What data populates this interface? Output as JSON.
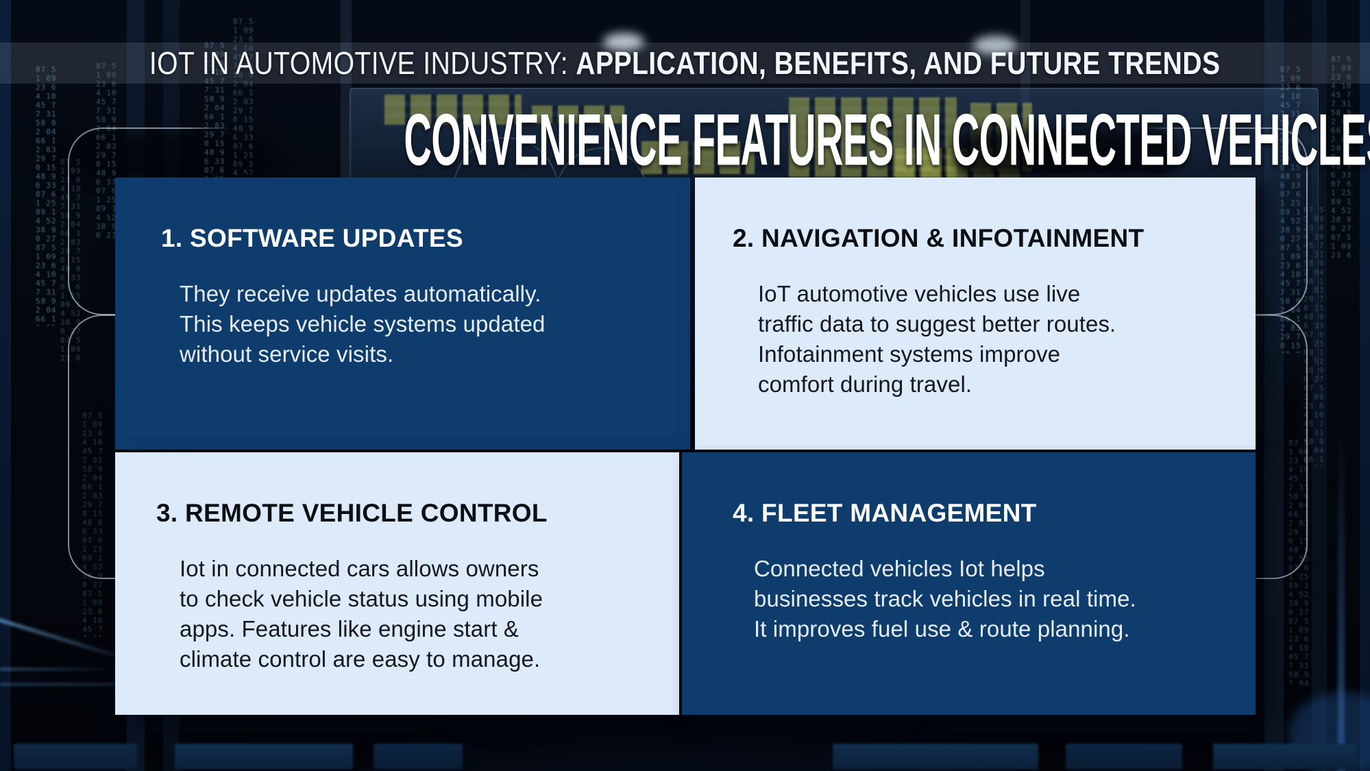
{
  "top_bar": {
    "prefix": "IOT IN AUTOMOTIVE INDUSTRY: ",
    "emphasis": "APPLICATION, BENEFITS, AND FUTURE TRENDS"
  },
  "main_title": "CONVENIENCE FEATURES IN CONNECTED VEHICLES",
  "cards": [
    {
      "number": "1",
      "heading": "1. SOFTWARE UPDATES",
      "variant": "dark",
      "body_lines": [
        "They receive updates automatically.",
        "This keeps vehicle systems updated",
        "without service visits."
      ]
    },
    {
      "number": "2",
      "heading": "2. NAVIGATION & INFOTAINMENT",
      "variant": "light",
      "body_lines": [
        "IoT automotive vehicles use live",
        "traffic data to suggest better routes.",
        "Infotainment systems improve",
        "comfort during travel."
      ]
    },
    {
      "number": "3",
      "heading": "3. REMOTE VEHICLE CONTROL",
      "variant": "light",
      "body_lines": [
        "Iot in connected cars allows owners",
        "to check vehicle status using mobile",
        "apps. Features like engine start &",
        "climate control are easy to manage."
      ]
    },
    {
      "number": "4",
      "heading": "4. FLEET MANAGEMENT",
      "variant": "dark",
      "body_lines": [
        "Connected vehicles Iot helps",
        "businesses track vehicles in real time.",
        "It improves fuel use & route planning."
      ]
    }
  ],
  "colors": {
    "card_dark": "#0e3c6c",
    "card_light": "#ddeafa",
    "deco_line": "rgba(215,228,245,0.6)",
    "accent_yellow": "rgba(205,210,95,0.55)"
  },
  "background": {
    "glyph_pattern": "87 51 09 23 64 10 45 77 31 58 92 04 66 12 83 29 70 15 48 96 33 07 61 25 89 14 52 38 90 27 "
  }
}
